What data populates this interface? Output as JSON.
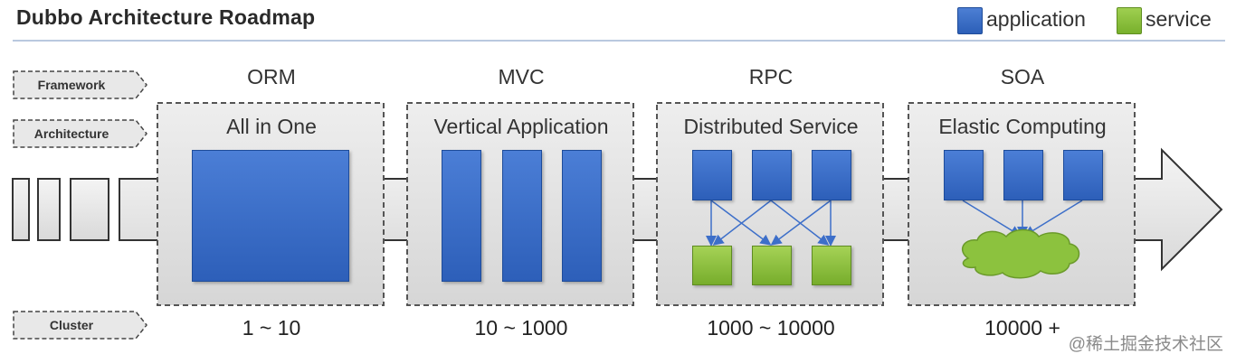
{
  "header": {
    "title": "Dubbo Architecture Roadmap",
    "legend": [
      {
        "label": "application",
        "color": "#2f63bf"
      },
      {
        "label": "service",
        "color": "#86bd38"
      }
    ]
  },
  "side_tags": [
    "Framework",
    "Architecture",
    "Cluster"
  ],
  "stages": [
    {
      "era": "ORM",
      "box_title": "All in One",
      "scale": "1 ~ 10"
    },
    {
      "era": "MVC",
      "box_title": "Vertical Application",
      "scale": "10 ~ 1000"
    },
    {
      "era": "RPC",
      "box_title": "Distributed Service",
      "scale": "1000 ~ 10000"
    },
    {
      "era": "SOA",
      "box_title": "Elastic Computing",
      "scale": "10000 +"
    }
  ],
  "watermark": "@稀土掘金技术社区",
  "colors": {
    "application": "#2f63bf",
    "service": "#86bd38",
    "panel": "#e6e6e6",
    "panel_border": "#555555"
  }
}
